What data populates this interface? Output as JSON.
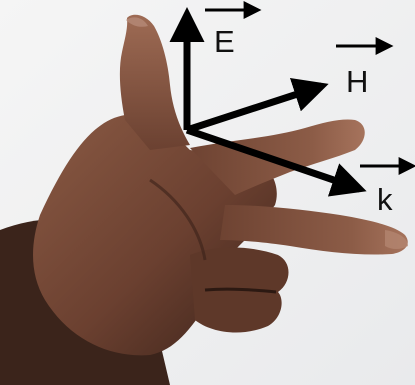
{
  "image": {
    "description_free": true
  },
  "vectors": {
    "e": {
      "letter": "E",
      "has_overbar_arrow": true
    },
    "h": {
      "letter": "H",
      "has_overbar_arrow": true
    },
    "k": {
      "letter": "k",
      "has_overbar_arrow": true
    }
  },
  "colors": {
    "background": "#f3f3f3",
    "skin_dark": "#4a2e22",
    "skin_mid": "#7a4a35",
    "skin_light": "#9a6a52",
    "arrow": "#000000"
  }
}
